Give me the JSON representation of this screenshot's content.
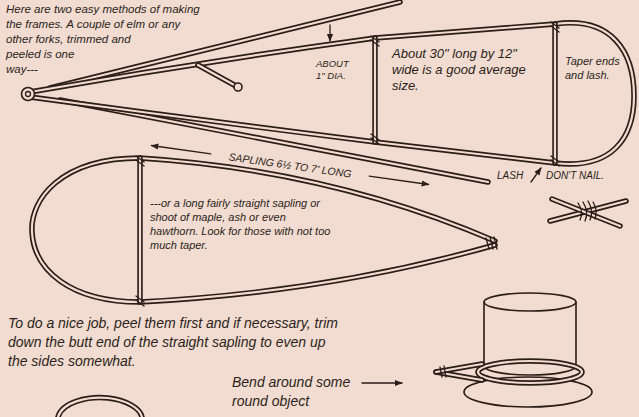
{
  "diagram": {
    "labels": [
      "Here are two easy methods of making the frames. A couple of elm or any other forks, trimmed and peeled is one way---",
      "ABOUT 1\" DIA.",
      "About 30\" long by 12\" wide is a good average size.",
      "Taper ends and lash.",
      "LASH",
      "DON'T NAIL.",
      "SAPLING 6½ TO 7' LONG",
      "---or a long fairly straight sapling or shoot of maple, ash or even hawthorn. Look for those with not too much taper.",
      "To do a nice job, peel them first and if necessary, trim down the butt end of the straight sapling to even up the sides somewhat.",
      "Bend around some round object"
    ]
  }
}
